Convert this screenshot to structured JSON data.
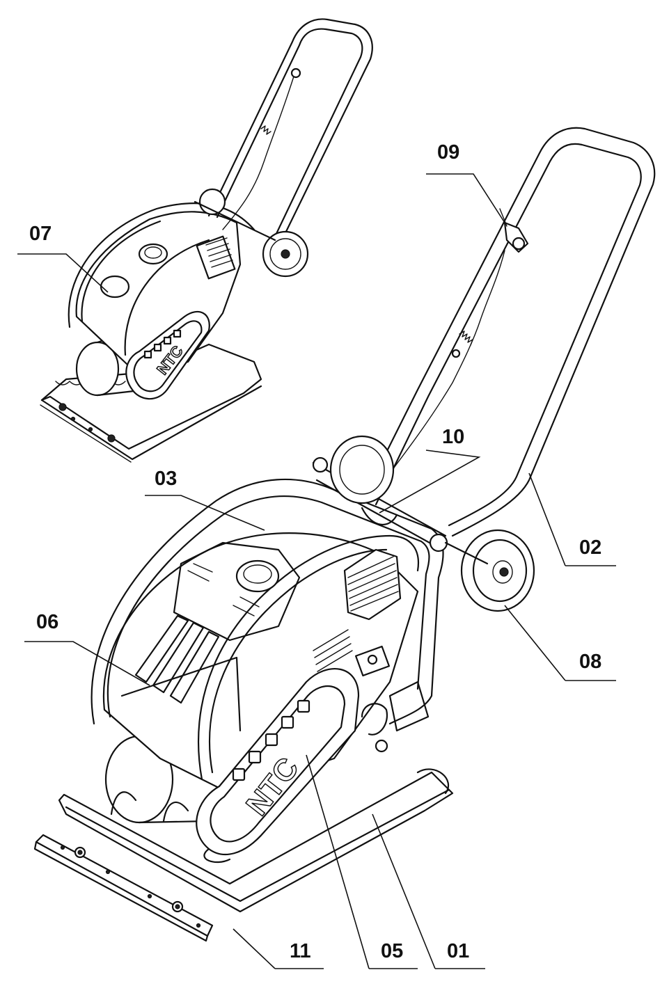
{
  "callouts": {
    "c01": "01",
    "c02": "02",
    "c03": "03",
    "c05": "05",
    "c06": "06",
    "c07": "07",
    "c08": "08",
    "c09": "09",
    "c10": "10",
    "c11": "11"
  },
  "brand": {
    "logo_large": "NTC",
    "logo_small": "NTC"
  }
}
